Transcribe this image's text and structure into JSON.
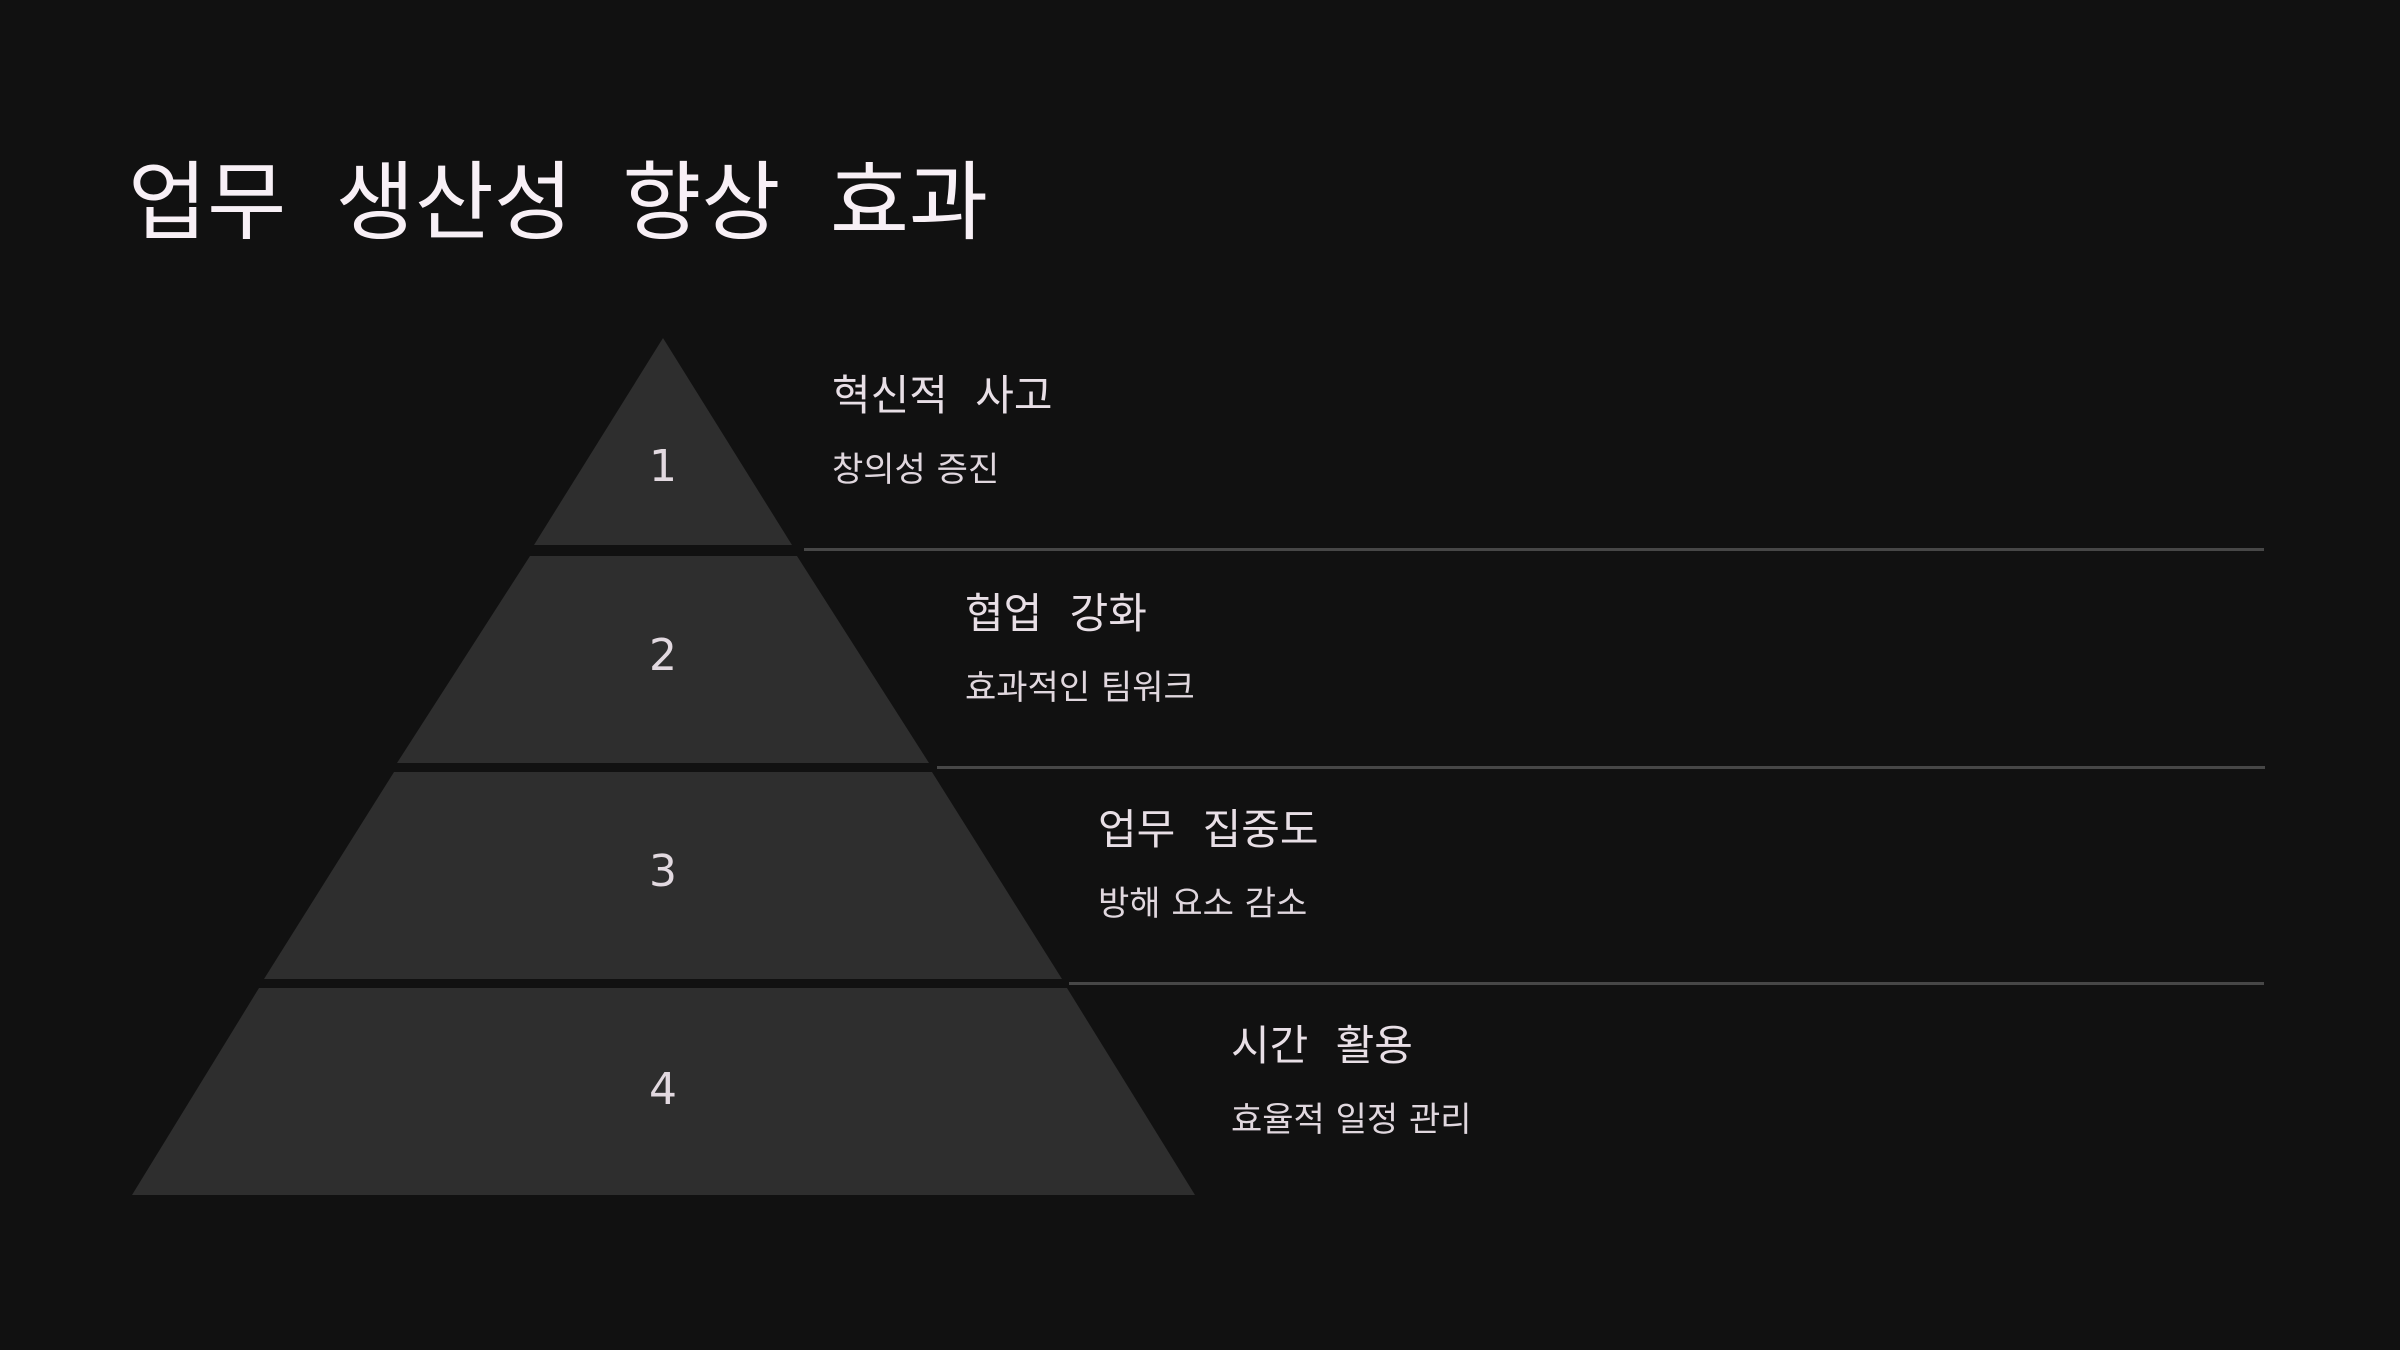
{
  "slide": {
    "title": "업무 생산성 향상 효과",
    "background_color": "#111111",
    "tier_fill_color": "#2e2e2e",
    "divider_color": "#474747",
    "text_color": "#e8dfe6"
  },
  "pyramid": {
    "tiers": [
      {
        "number": "1",
        "heading": "혁신적 사고",
        "subtext": "창의성 증진"
      },
      {
        "number": "2",
        "heading": "협업 강화",
        "subtext": "효과적인 팀워크"
      },
      {
        "number": "3",
        "heading": "업무 집중도",
        "subtext": "방해 요소 감소"
      },
      {
        "number": "4",
        "heading": "시간 활용",
        "subtext": "효율적 일정 관리"
      }
    ]
  }
}
